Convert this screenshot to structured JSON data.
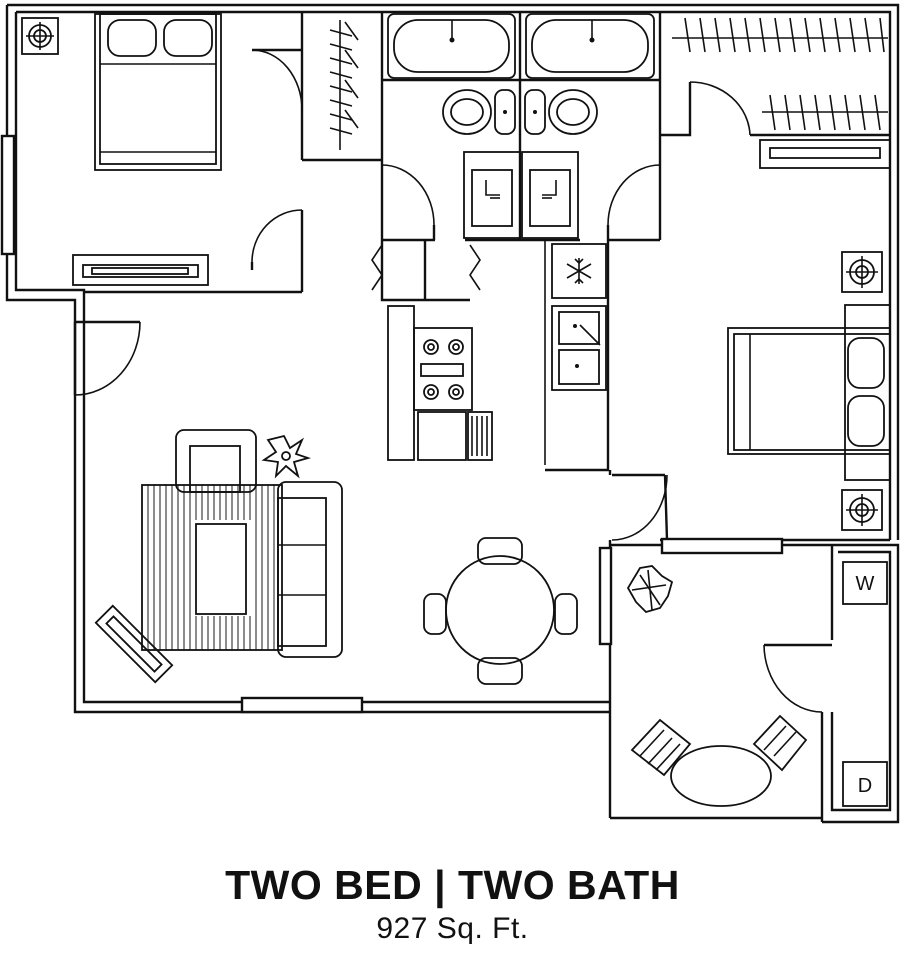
{
  "plan": {
    "title": "TWO BED | TWO BATH",
    "area": "927 Sq. Ft.",
    "appliances": {
      "washer_label": "W",
      "dryer_label": "D"
    },
    "icons": [
      "ceiling-fan-icon",
      "bed-icon",
      "bathtub-icon",
      "toilet-icon",
      "sink-icon",
      "closet-rod-icon",
      "fridge-snowflake-icon",
      "stove-icon",
      "sofa-icon",
      "armchair-icon",
      "plant-icon",
      "dining-table-icon",
      "patio-chair-icon",
      "door-swing-icon",
      "window-icon"
    ]
  }
}
